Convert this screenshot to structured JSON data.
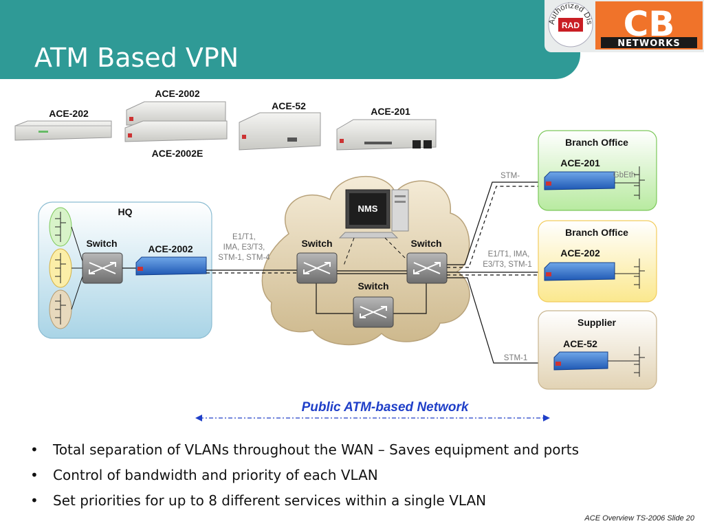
{
  "slide": {
    "title": "ATM Based VPN",
    "footer": "ACE Overview TS-2006  Slide 20"
  },
  "logos": {
    "rad_seal_text": "Authorized Distributor",
    "rad_text": "RAD",
    "cb_text": "CB",
    "networks_text": "NETWORKS"
  },
  "devices": {
    "ace_202": "ACE-202",
    "ace_2002": "ACE-2002",
    "ace_2002e": "ACE-2002E",
    "ace_52": "ACE-52",
    "ace_201": "ACE-201"
  },
  "hq": {
    "title": "HQ",
    "switch_label": "Switch",
    "device_label": "ACE-2002"
  },
  "cloud": {
    "nms_label": "NMS",
    "switch_left": "Switch",
    "switch_right": "Switch",
    "switch_bottom": "Switch"
  },
  "links": {
    "hq_link": [
      "E1/T1,",
      "IMA, E3/T3,",
      "STM-1, STM-4"
    ],
    "branch1_link": "STM-",
    "branch1_port": "GbEth",
    "branch2_link": [
      "E1/T1, IMA,",
      "E3/T3, STM-1"
    ],
    "supplier_link": "STM-1"
  },
  "sites": {
    "branch1": {
      "title": "Branch Office",
      "device": "ACE-201"
    },
    "branch2": {
      "title": "Branch Office",
      "device": "ACE-202"
    },
    "supplier": {
      "title": "Supplier",
      "device": "ACE-52"
    }
  },
  "network_title": "Public ATM-based  Network",
  "bullets": [
    "Total separation of VLANs throughout the WAN – Saves equipment and ports",
    "Control of bandwidth and priority of each VLAN",
    "Set priorities for up to 8 different services within a single VLAN"
  ],
  "colors": {
    "header": "#2f9a96",
    "network_title": "#1f3fc8",
    "branch_green": "#7cc85a",
    "branch_yellow": "#f2cc5c",
    "supplier_tan": "#c8b48e",
    "cb_orange": "#f0732a"
  }
}
